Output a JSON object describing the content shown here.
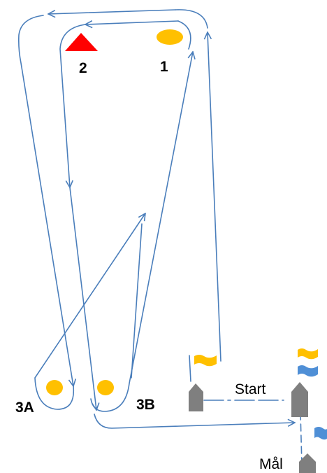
{
  "colors": {
    "course_line": "#4a7ebb",
    "buoy_yellow": "#ffc000",
    "mark_red": "#ff0000",
    "boat_gray": "#7f7f7f",
    "flag_blue": "#4f8fd6",
    "background": "#ffffff"
  },
  "marks": {
    "mark_1": "1",
    "mark_2": "2",
    "mark_3a": "3A",
    "mark_3b": "3B"
  },
  "lines": {
    "start": "Start",
    "finish": "Mål"
  }
}
